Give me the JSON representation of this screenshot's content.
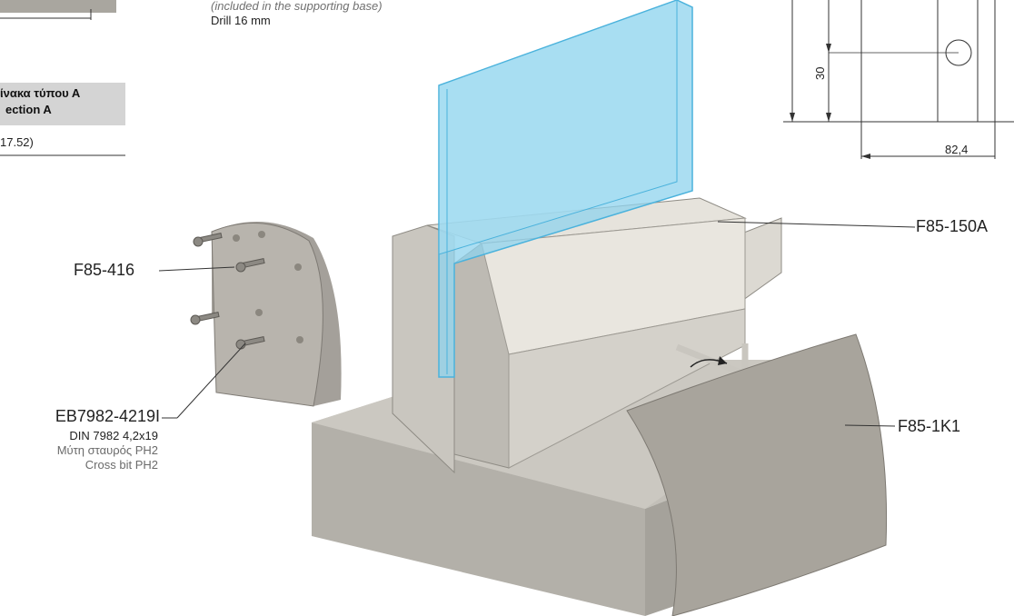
{
  "top_note": {
    "italic_line": "(included in the supporting base)",
    "drill_line": "Drill 16 mm"
  },
  "table_fragment": {
    "header_line1": "ίνακα τύπου Α",
    "header_line2": "ection A",
    "row_value": "17.52)"
  },
  "dimensions": {
    "vertical": "30",
    "horizontal": "82,4"
  },
  "callouts": {
    "end_cap": "F85-416",
    "screw_code": "EB7982-4219I",
    "screw_std": "DIN 7982 4,2x19",
    "screw_bit_gr": "Μύτη σταυρός PH2",
    "screw_bit_en": "Cross bit PH2",
    "profile": "F85-150A",
    "cover": "F85-1K1"
  },
  "colors": {
    "glass": "#8fd3ee",
    "aluminium": "#d9d6cf",
    "concrete": "#b9b6af",
    "cover": "#a9a59d"
  }
}
